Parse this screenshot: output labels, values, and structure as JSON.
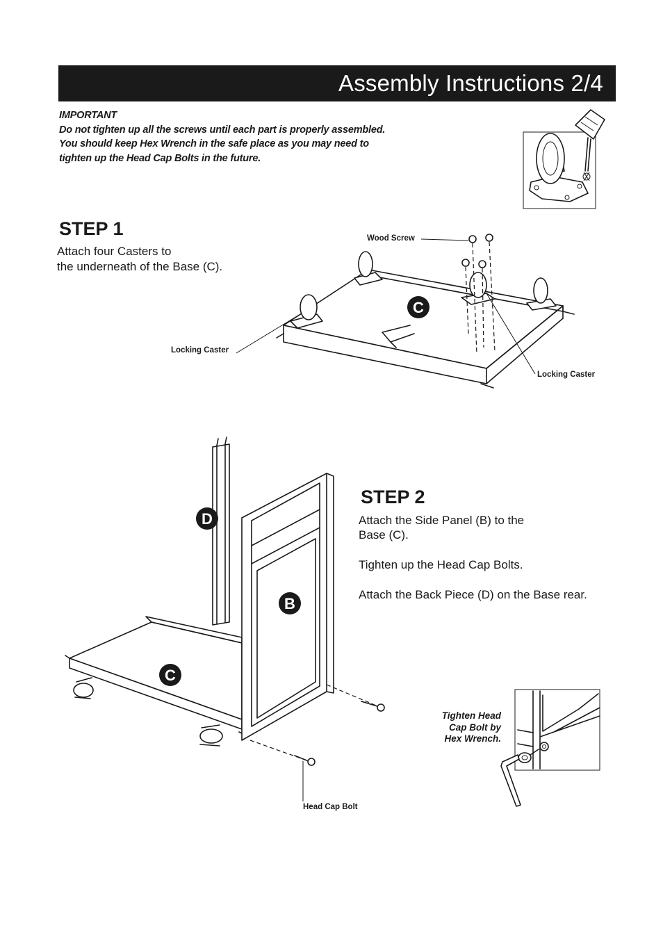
{
  "header": {
    "title": "Assembly Instructions 2/4"
  },
  "important": {
    "heading": "IMPORTANT",
    "lines": [
      "Do not tighten up all the screws until each part is properly assembled.",
      "You should keep Hex Wrench in the safe place as you may need to",
      "tighten up the Head Cap Bolts in the future."
    ]
  },
  "step1": {
    "title": "STEP 1",
    "text": [
      "Attach four Casters to",
      "the underneath of the Base (C)."
    ],
    "labels": {
      "wood_screw": "Wood Screw",
      "locking_caster_left": "Locking Caster",
      "locking_caster_right": "Locking Caster",
      "base_badge": "C"
    }
  },
  "step2": {
    "title": "STEP 2",
    "text": [
      "Attach the Side Panel (B) to the",
      "Base (C).",
      "Tighten up the Head Cap Bolts.",
      "Attach the Back Piece (D) on the Base rear."
    ],
    "labels": {
      "head_cap_bolt": "Head Cap Bolt",
      "tighten_note": [
        "Tighten Head",
        "Cap Bolt by",
        "Hex Wrench."
      ],
      "badge_d": "D",
      "badge_b": "B",
      "badge_c": "C"
    }
  },
  "colors": {
    "ink": "#1a1a1a",
    "paper": "#ffffff",
    "header_bg": "#1a1a1a",
    "header_text": "#ffffff"
  }
}
